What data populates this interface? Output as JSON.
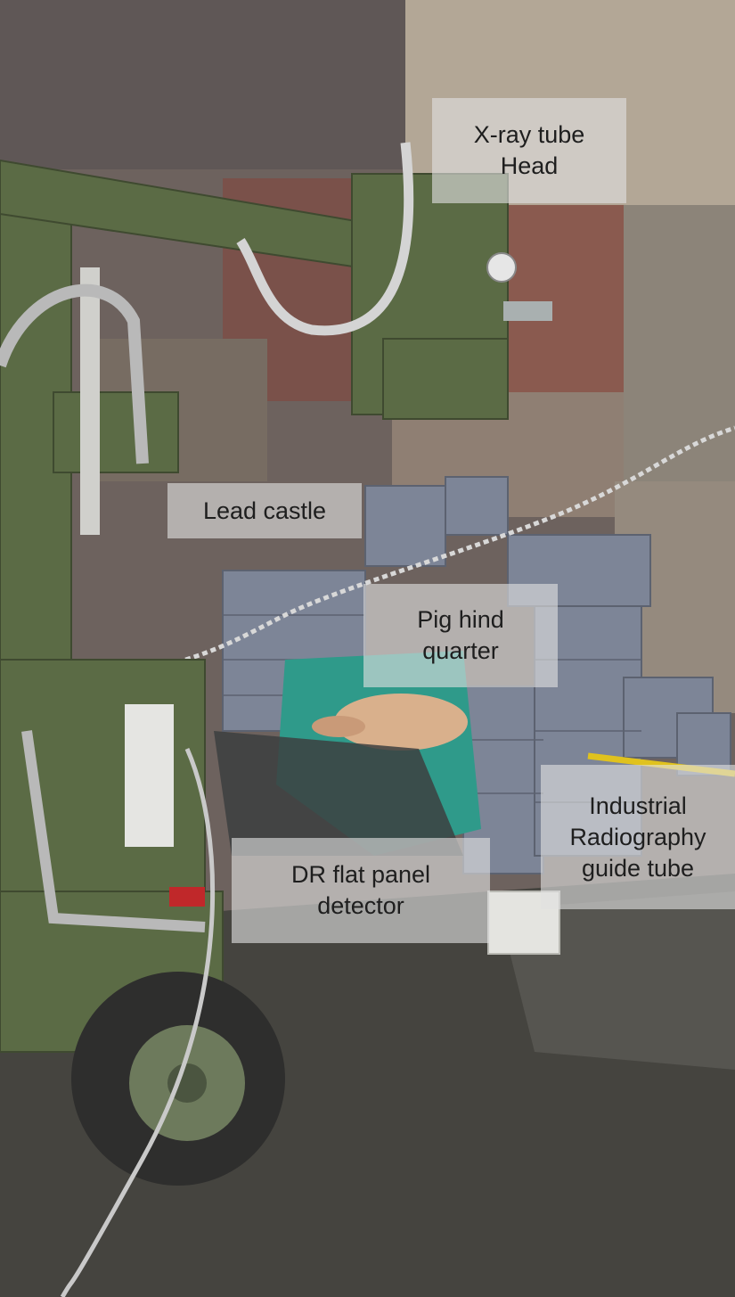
{
  "labels": {
    "xray_tube": [
      "X-ray tube",
      "Head"
    ],
    "lead_castle": [
      "Lead castle"
    ],
    "pig_hind": [
      "Pig hind",
      "quarter"
    ],
    "industrial": [
      "Industrial",
      "Radiography",
      "guide tube"
    ],
    "dr_panel": [
      "DR flat panel",
      "detector"
    ]
  },
  "colors": {
    "equipment_green": "#5b6b45",
    "lead_blocks": "#7d8597",
    "wall_brick": "#8a5a4f",
    "wall_stone": "#9e958a",
    "ground": "#45443f",
    "cloth": "#2f9a8a",
    "label_bg": "#e1e1e1"
  }
}
